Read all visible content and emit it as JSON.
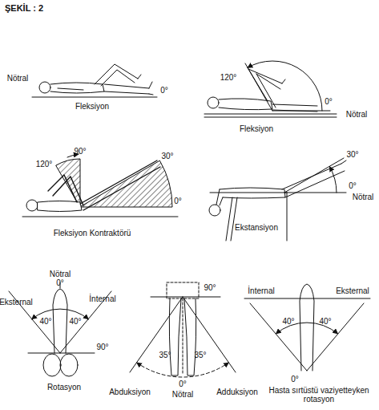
{
  "diagram": {
    "title": "ŞEKİL : 2",
    "labels": [
      "Nötral",
      "0°",
      "Fleksiyon",
      "120°",
      "0°",
      "Nötral",
      "Fleksiyon",
      "120°",
      "90°",
      "30°",
      "0°",
      "Fleksiyon Kontraktörü",
      "30°",
      "0°",
      "Nötral",
      "Ekstansiyon",
      "Nötral",
      "0°",
      "Eksternal",
      "İnternal",
      "40°",
      "40°",
      "90°",
      "Rotasyon",
      "90°",
      "35°",
      "35°",
      "Abduksiyon",
      "0°",
      "Nötral",
      "Adduksiyon",
      "İnternal",
      "Eksternal",
      "40°",
      "40°",
      "0°",
      "Hasta sırtüstü vaziyetteyken rotasyon"
    ]
  }
}
